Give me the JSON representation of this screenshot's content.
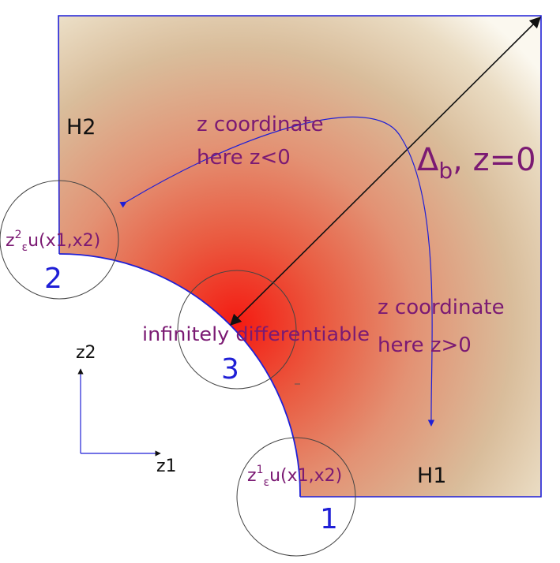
{
  "labels": {
    "h2": "H2",
    "h1": "H1",
    "region_neg_line1": "z coordinate",
    "region_neg_line2": "here  z<0",
    "region_pos_line1": "z coordinate",
    "region_pos_line2": "here  z>0",
    "delta_symbol": "Δ",
    "delta_subscript": "b",
    "delta_rest": ", z=0",
    "corner2_z": "z",
    "corner2_sup": "2",
    "corner2_sub": "ε",
    "corner2_func": "u(x1,x2)",
    "corner1_z": "z",
    "corner1_sup": "1",
    "corner1_sub": "ε",
    "corner1_func": "u(x1,x2)",
    "infinitely": "infinitely differentiable",
    "num1": "1",
    "num2": "2",
    "num3": "3",
    "axis_z1": "z1",
    "axis_z2": "z2"
  },
  "colors": {
    "region_hot": "#f41b12",
    "region_mid": "#e9775c",
    "region_cool": "#d9bd9b",
    "region_edge": "#fbf8ef",
    "boundary_blue": "#1f1fd6",
    "label_purple": "#7b1a73"
  }
}
